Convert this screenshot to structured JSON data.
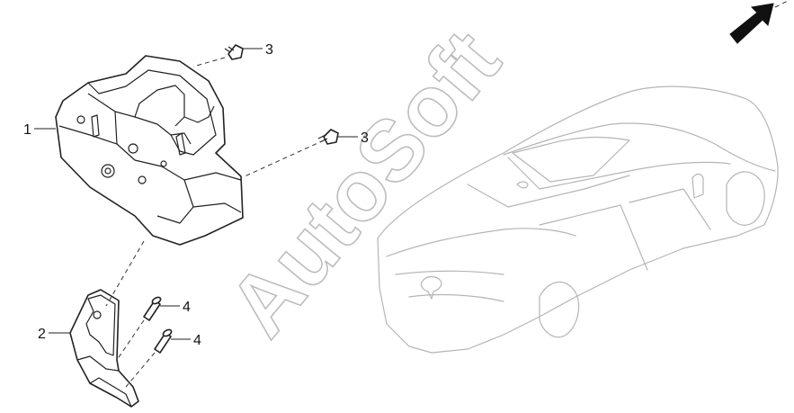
{
  "watermark": "AutoSoft",
  "callouts": [
    {
      "id": "module",
      "label": "1"
    },
    {
      "id": "bracket",
      "label": "2"
    },
    {
      "id": "bolt-upper",
      "label": "3"
    },
    {
      "id": "bolt-right",
      "label": "3"
    },
    {
      "id": "screw-upper",
      "label": "4"
    },
    {
      "id": "screw-lower",
      "label": "4"
    }
  ],
  "icons": {
    "direction": "front-direction-arrow-icon",
    "vehicle": "vehicle-location-icon"
  }
}
